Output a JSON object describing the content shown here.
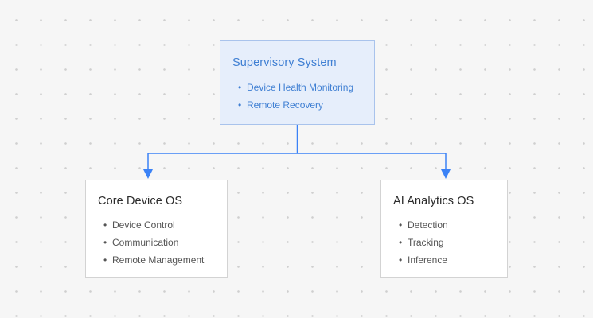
{
  "diagram": {
    "supervisory": {
      "title": "Supervisory System",
      "items": [
        "Device Health Monitoring",
        "Remote Recovery"
      ]
    },
    "core": {
      "title": "Core Device OS",
      "items": [
        "Device Control",
        "Communication",
        "Remote Management"
      ]
    },
    "analytics": {
      "title": "AI Analytics OS",
      "items": [
        "Detection",
        "Tracking",
        "Inference"
      ]
    },
    "colors": {
      "accent": "#3f7fd3",
      "connector": "#3b82f6",
      "highlight_fill": "#e6eefb",
      "highlight_border": "#a9c3ec",
      "node_border": "#d3d3d3"
    }
  }
}
